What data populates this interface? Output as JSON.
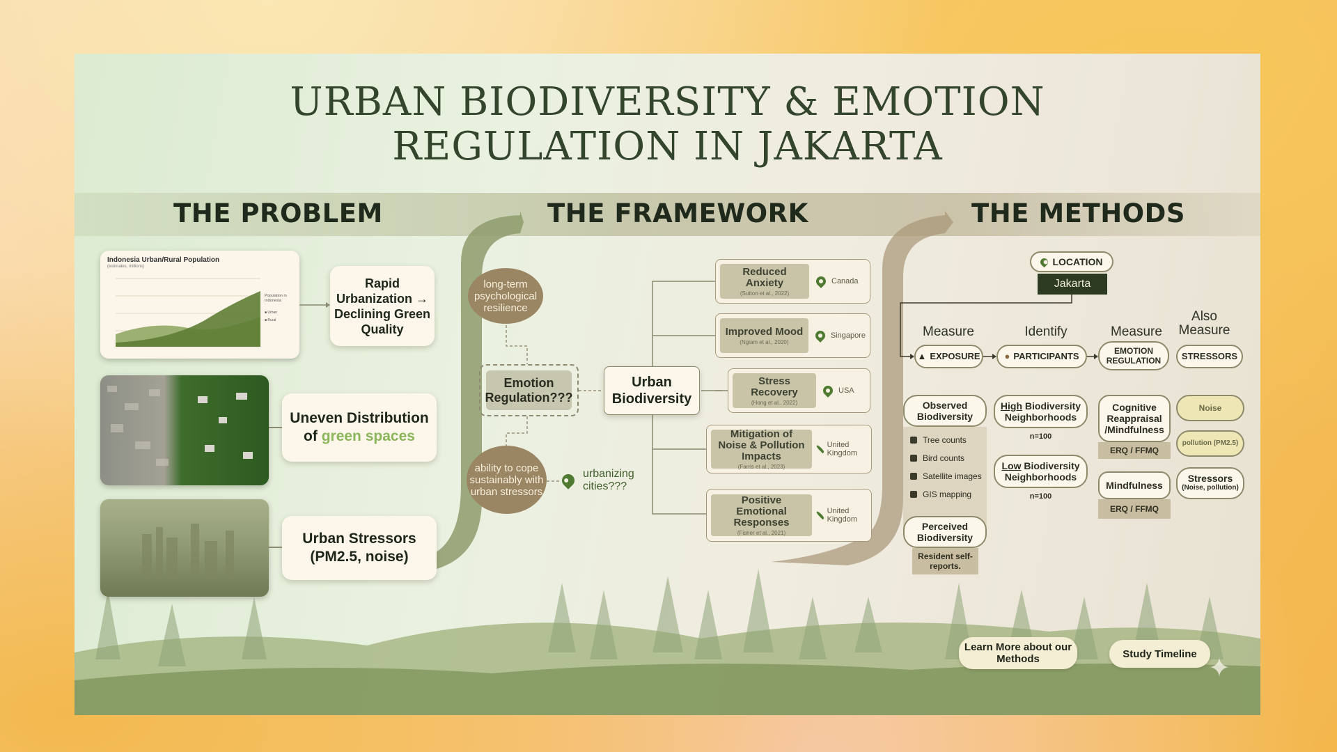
{
  "title_line1": "URBAN BIODIVERSITY & EMOTION",
  "title_line2": "REGULATION IN JAKARTA",
  "sections": {
    "problem": "THE PROBLEM",
    "framework": "THE FRAMEWORK",
    "methods": "THE METHODS"
  },
  "problem": {
    "chart_title": "Indonesia Urban/Rural Population",
    "chart_subtitle": "(estimates, millions)",
    "chart_legend_title": "Population in Indonesia",
    "chart_legend_urban": "Urban",
    "chart_legend_rural": "Rural",
    "card1": "Rapid Urbanization → Declining Green Quality",
    "card2_a": "Uneven Distribution of ",
    "card2_b": "green spaces",
    "card3": "Urban Stressors (PM2.5, noise)"
  },
  "framework": {
    "node_resilience": "long-term psychological resilience",
    "emotion_regulation": "Emotion Regulation???",
    "node_cope": "ability to cope sustainably with urban stressors",
    "urbanizing": "urbanizing cities???",
    "urban_biodiversity": "Urban Biodiversity",
    "outcomes": [
      {
        "label": "Reduced Anxiety",
        "cite": "(Sutton et al., 2022)",
        "loc": "Canada"
      },
      {
        "label": "Improved Mood",
        "cite": "(Ngiam et al., 2020)",
        "loc": "Singapore"
      },
      {
        "label": "Stress Recovery",
        "cite": "(Hong et al., 2022)",
        "loc": "USA"
      },
      {
        "label": "Mitigation of Noise & Pollution Impacts",
        "cite": "(Farris et al., 2023)",
        "loc": "United Kingdom"
      },
      {
        "label": "Positive Emotional Responses",
        "cite": "(Fisher et al., 2021)",
        "loc": "United Kingdom"
      }
    ]
  },
  "methods": {
    "location_label": "LOCATION",
    "location_value": "Jakarta",
    "col_heads": [
      "Measure",
      "Identify",
      "Measure",
      "Also Measure"
    ],
    "pills": [
      "EXPOSURE",
      "PARTICIPANTS",
      "EMOTION REGULATION",
      "STRESSORS"
    ],
    "observed": "Observed Biodiversity",
    "observed_items": [
      "Tree counts",
      "Bird counts",
      "Satellite images",
      "GIS mapping"
    ],
    "perceived": "Perceived Biodiversity",
    "perceived_note": "Resident self-reports.",
    "high_a": "High",
    "high_b": " Biodiversity Neighborhoods",
    "high_n": "n=100",
    "low_a": "Low",
    "low_b": " Biodiversity Neighborhoods",
    "low_n": "n=100",
    "cognitive": "Cognitive Reappraisal /Mindfulness",
    "cognitive_tag": "ERQ / FFMQ",
    "mindfulness": "Mindfulness",
    "mindfulness_tag": "ERQ / FFMQ",
    "noise": "Noise",
    "pollution": "pollution (PM2.5)",
    "stressors": "Stressors",
    "stressors_sub": "(Noise, pollution)"
  },
  "buttons": {
    "learn_more": "Learn More about our Methods",
    "timeline": "Study Timeline"
  }
}
